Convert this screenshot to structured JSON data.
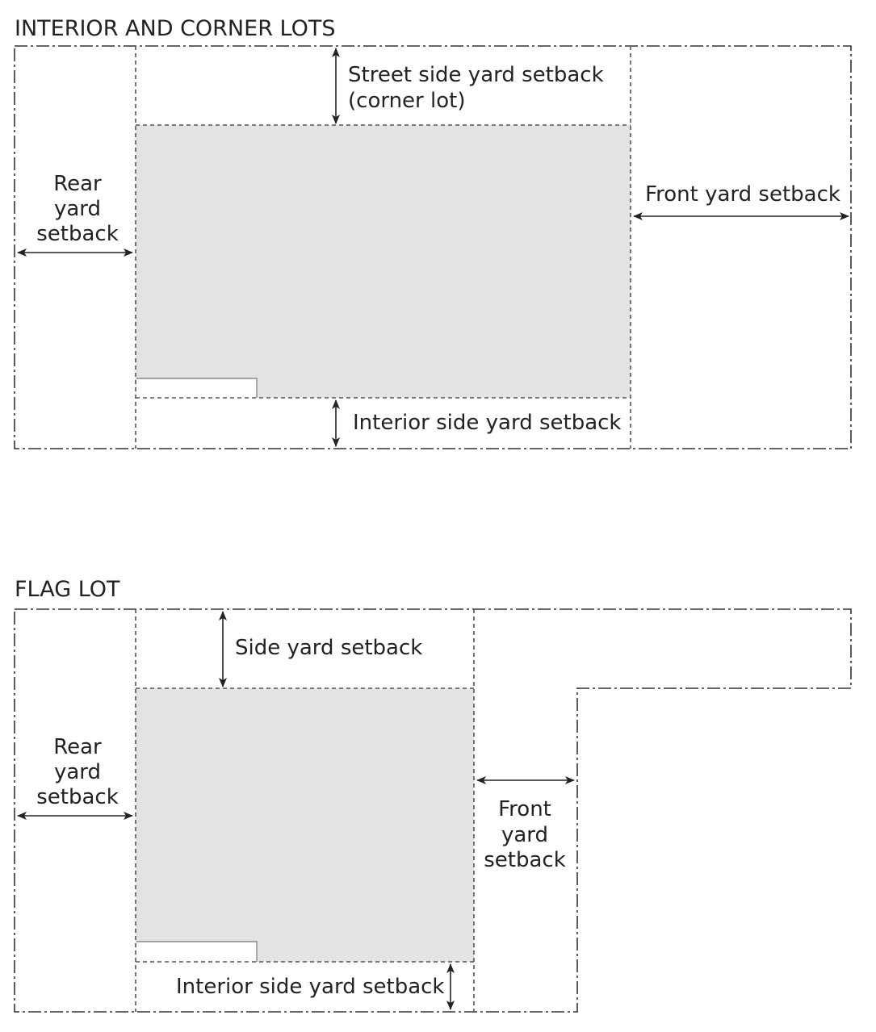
{
  "interior_lots": {
    "title": "INTERIOR AND CORNER LOTS",
    "street_side_label": [
      "Street side yard setback",
      "(corner lot)"
    ],
    "rear_label": [
      "Rear",
      "yard",
      "setback"
    ],
    "front_label": "Front yard setback",
    "interior_side_label": "Interior side yard setback"
  },
  "flag_lot": {
    "title": "FLAG LOT",
    "side_label": "Side yard setback",
    "rear_label": [
      "Rear",
      "yard",
      "setback"
    ],
    "front_label": [
      "Front",
      "yard",
      "setback"
    ],
    "interior_side_label": "Interior side yard setback"
  },
  "colors": {
    "building_fill": "#e3e3e3",
    "line": "#333333"
  }
}
